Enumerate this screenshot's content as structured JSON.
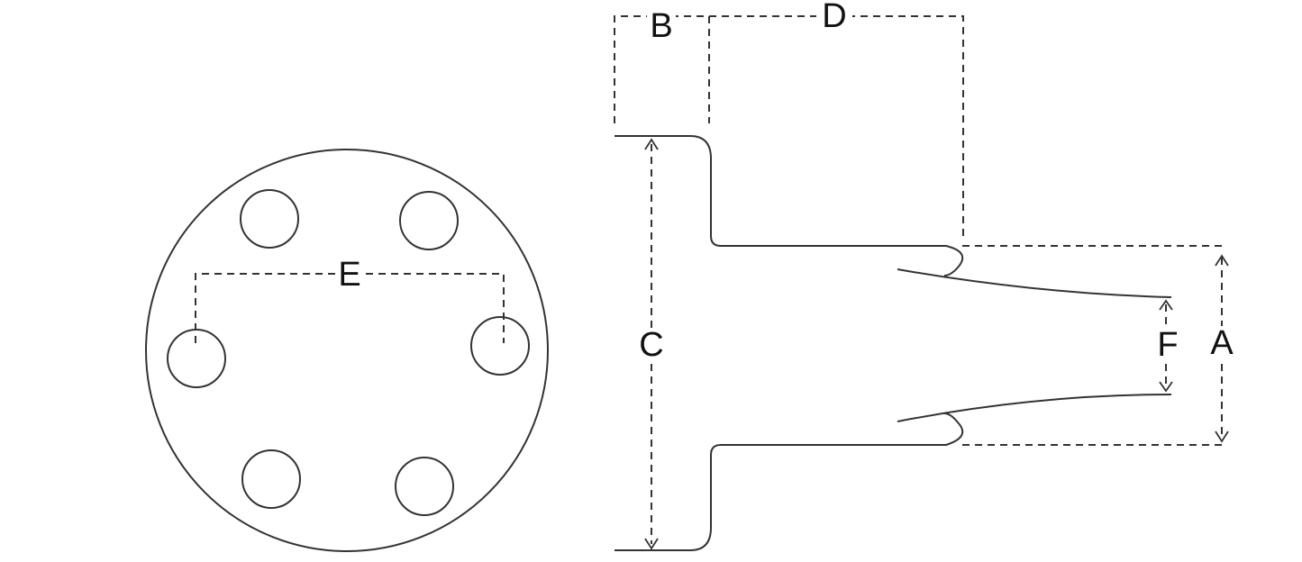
{
  "diagram": {
    "labels": {
      "a": "A",
      "b": "B",
      "c": "C",
      "d": "D",
      "e": "E",
      "f": "F"
    },
    "colors": {
      "line": "#333333",
      "text": "#111111",
      "background": "#ffffff"
    }
  }
}
